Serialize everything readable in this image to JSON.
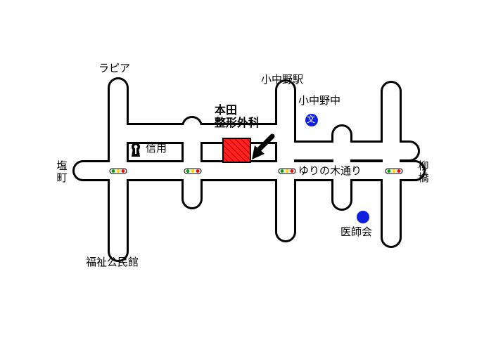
{
  "labels": {
    "lapia": "ラピア",
    "shio_machi": "塩町",
    "shinyo": "信用",
    "fukushi": "福祉公民館",
    "honda_line1": "本田",
    "honda_line2": "整形外科",
    "station": "小中野駅",
    "school": "小中野中",
    "street": "ゆりの木通り",
    "yanagibashi": "柳橋",
    "ishikai": "医師会"
  },
  "icons": {
    "school_glyph": "文",
    "bank_glyph": "keyhole-bank-icon",
    "signal": "traffic-light-icon"
  },
  "colors": {
    "road_outline": "#000000",
    "clinic_fill": "#ff2020",
    "marker_blue": "#1020e0",
    "signal_green": "#00a000",
    "signal_red": "#ff0000"
  }
}
